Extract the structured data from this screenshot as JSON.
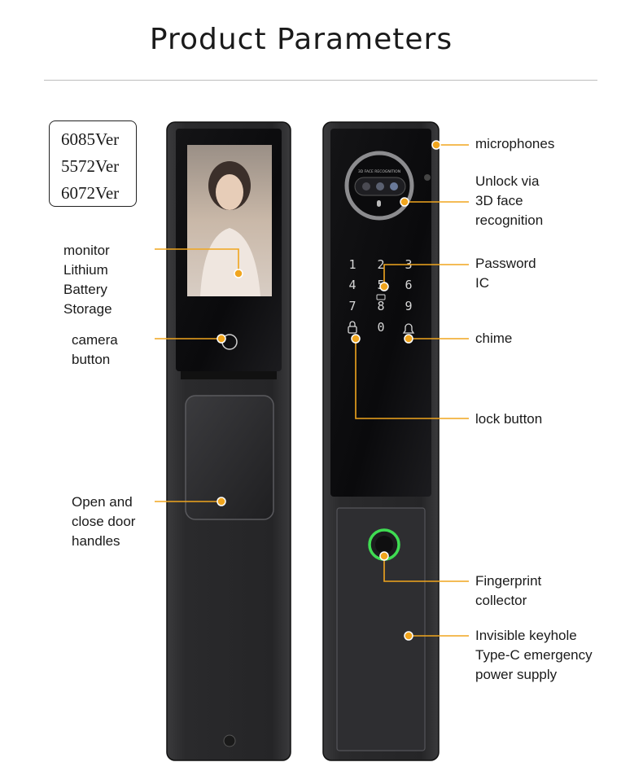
{
  "title": "Product Parameters",
  "versions": [
    "6085Ver",
    "5572Ver",
    "6072Ver"
  ],
  "callouts": {
    "monitor": [
      "monitor",
      "Lithium",
      "Battery",
      "Storage"
    ],
    "camera": [
      "camera",
      "button"
    ],
    "handles": [
      "Open and",
      "close door",
      "handles"
    ],
    "microphones": [
      "microphones"
    ],
    "face": [
      "Unlock via",
      "3D face",
      "recognition"
    ],
    "password": [
      "Password",
      "IC"
    ],
    "chime": [
      "chime"
    ],
    "lock": [
      "lock button"
    ],
    "fingerprint": [
      "Fingerprint",
      "collector"
    ],
    "keyhole": [
      "Invisible keyhole",
      "Type-C emergency",
      "power supply"
    ]
  },
  "keypad": [
    "1",
    "2",
    "3",
    "4",
    "5",
    "6",
    "7",
    "8",
    "9",
    "0"
  ],
  "camera_module_text": "3D FACE RECOGNITION",
  "colors": {
    "accent": "#f0a51e",
    "body": "#2b2b2d",
    "screen": "#0c0c0e",
    "fingerprint_ring": "#3fdc52"
  }
}
